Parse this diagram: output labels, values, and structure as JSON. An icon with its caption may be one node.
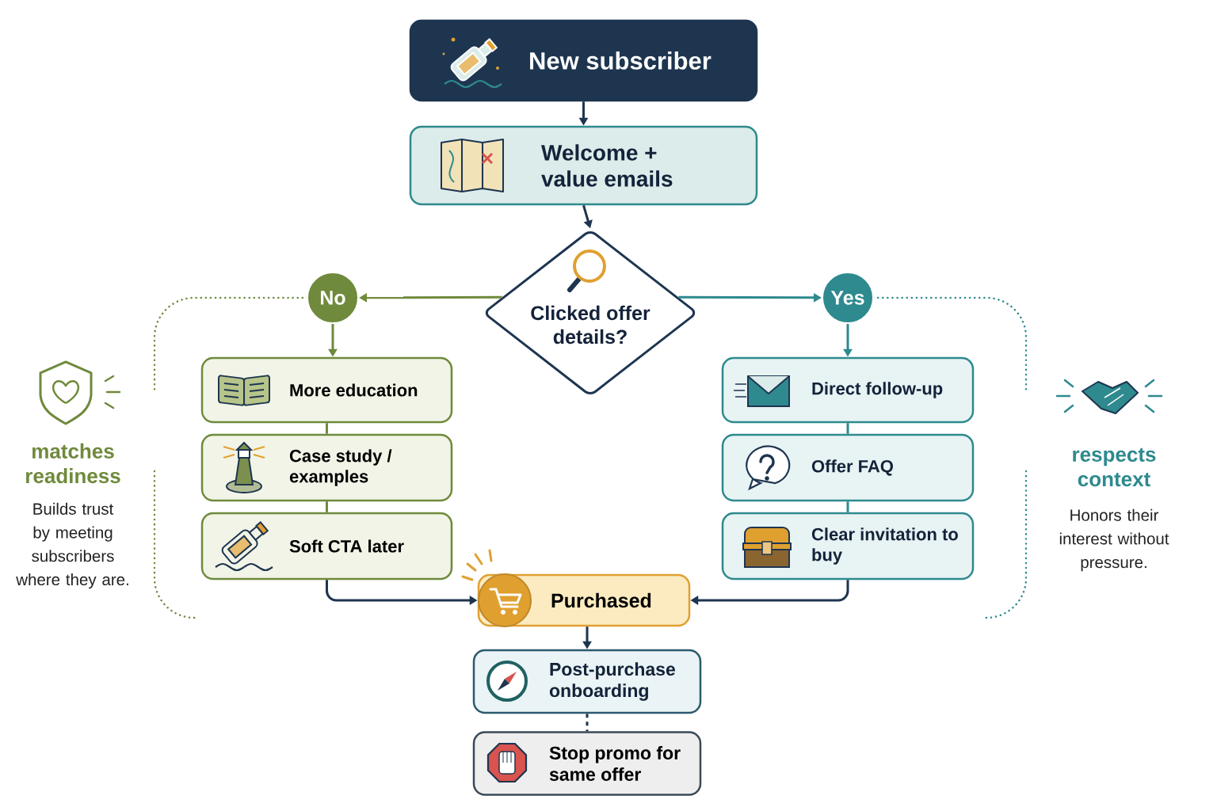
{
  "diagram": {
    "nodes": [
      {
        "text": [
          "New subscriber"
        ]
      },
      {
        "text": [
          "Welcome + value emails"
        ]
      },
      {
        "text": [
          "Clicked offer details?"
        ]
      },
      {
        "text": [
          "No"
        ]
      },
      {
        "text": [
          "Yes"
        ]
      },
      {
        "text": [
          "More education"
        ]
      },
      {
        "text": [
          "Case study / examples"
        ]
      },
      {
        "text": [
          "Soft CTA later"
        ]
      },
      {
        "text": [
          "Direct follow-up"
        ]
      },
      {
        "text": [
          "Offer FAQ"
        ]
      },
      {
        "text": [
          "Clear invitation to buy"
        ]
      },
      {
        "text": [
          "Purchased"
        ]
      },
      {
        "text": [
          "Post-purchase onboarding"
        ]
      },
      {
        "text": [
          "Stop promo for same offer"
        ]
      }
    ],
    "edges": [
      {
        "from": 0,
        "to": 1,
        "arrow": "to"
      },
      {
        "from": 1,
        "to": 2,
        "arrow": "to"
      },
      {
        "from": 2,
        "to": 3,
        "arrow": "to",
        "color": "#6f8a3c"
      },
      {
        "from": 2,
        "to": 4,
        "arrow": "to",
        "color": "#2e8a8e"
      },
      {
        "from": 3,
        "to": 5,
        "arrow": "to",
        "color": "#6f8a3c"
      },
      {
        "from": 5,
        "to": 6,
        "arrow": "none",
        "color": "#6f8a3c"
      },
      {
        "from": 6,
        "to": 7,
        "arrow": "none",
        "color": "#6f8a3c"
      },
      {
        "from": 7,
        "to": 11,
        "arrow": "to"
      },
      {
        "from": 4,
        "to": 8,
        "arrow": "to",
        "color": "#2e8a8e"
      },
      {
        "from": 8,
        "to": 9,
        "arrow": "none",
        "color": "#2e8a8e"
      },
      {
        "from": 9,
        "to": 10,
        "arrow": "none",
        "color": "#2e8a8e"
      },
      {
        "from": 10,
        "to": 11,
        "arrow": "to"
      },
      {
        "from": 11,
        "to": 12,
        "arrow": "to"
      },
      {
        "from": 12,
        "to": 13,
        "arrow": "none",
        "style": "dashed"
      }
    ],
    "labels": [
      "matches readiness",
      "Builds trust by meeting subscribers where they are.",
      "respects context",
      "Honors their interest without pressure."
    ]
  }
}
